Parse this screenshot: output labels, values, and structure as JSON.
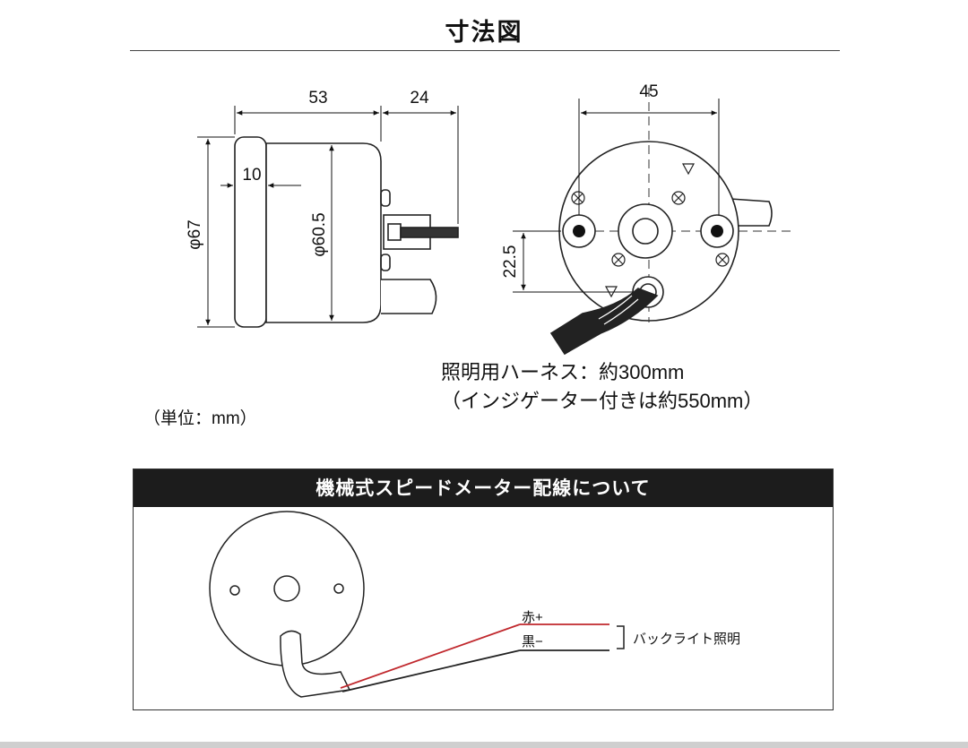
{
  "title": "寸法図",
  "dimensions": {
    "side_length_body": "53",
    "side_length_connector": "24",
    "bezel_depth": "10",
    "outer_diameter": "φ67",
    "body_diameter": "φ60.5",
    "rear_width": "45",
    "connector_offset": "22.5"
  },
  "harness_note": {
    "line1": "照明用ハーネス：約300mm",
    "line2": "（インジゲーター付きは約550mm）"
  },
  "unit_note": "（単位：mm）",
  "wiring_section": {
    "heading": "機械式スピードメーター配線について",
    "red_wire_label": "赤+",
    "black_wire_label": "黒−",
    "function_label": "バックライト照明"
  },
  "colors": {
    "banner_bg": "#1c1c1c",
    "red_wire": "#c0282d",
    "black_wire": "#222222",
    "line": "#222222"
  }
}
